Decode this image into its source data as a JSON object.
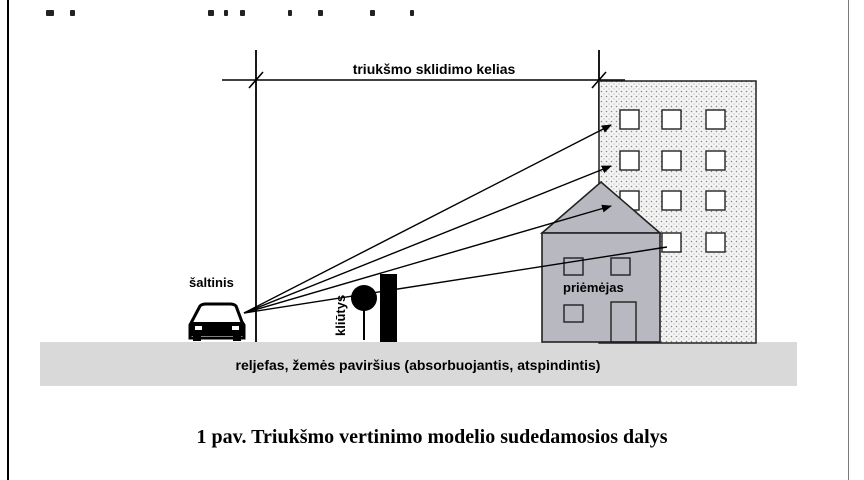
{
  "labels": {
    "path": "triukšmo sklidimo kelias",
    "source": "šaltinis",
    "obstacle": "kliūtys",
    "receiver": "priėmėjas",
    "ground": "reljefas, žemės paviršius (absorbuojantis, atspindintis)"
  },
  "caption": "1 pav. Triukšmo vertinimo modelio sudedamosios dalys"
}
